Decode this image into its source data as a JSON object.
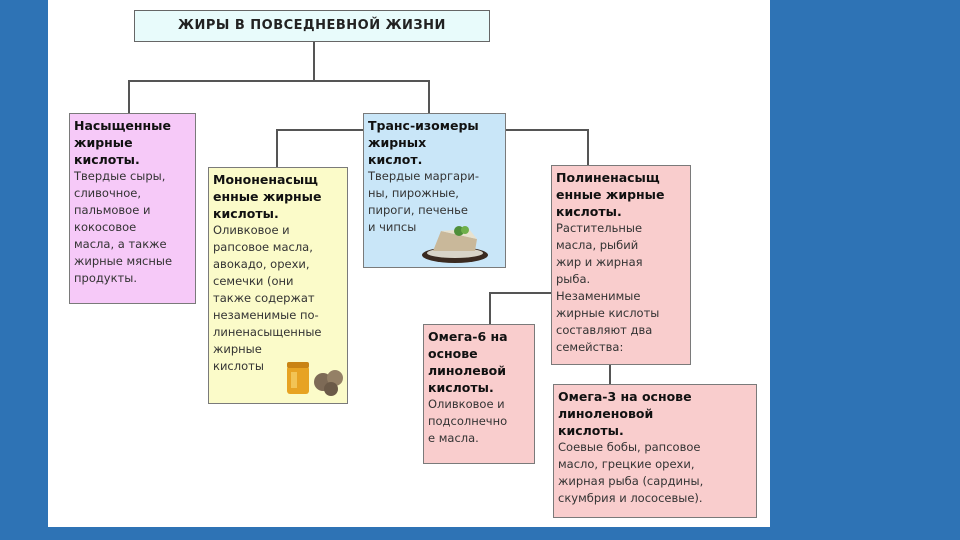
{
  "title": "ЖИРЫ В ПОВСЕДНЕВНОЙ ЖИЗНИ",
  "boxes": {
    "saturated": {
      "title": "Насыщенные\nжирные\nкислоты.",
      "text": "Твердые сыры,\nсливочное,\nпальмовое и\nкокосовое\nмасла, а также\nжирные мясные\nпродукты."
    },
    "trans": {
      "title": "Транс-изомеры\nжирных\nкислот.",
      "text": "Твердые маргари-\nны, пирожные,\nпироги, печенье\nи чипсы"
    },
    "mono": {
      "title": "Мононенасыщ\nенные жирные\nкислоты.",
      "text": "Оливковое и\nрапсовое масла,\nавокадо, орехи,\nсемечки (они\nтакже содержат\nнезаменимые по-\nлиненасыщенные\nжирные\nкислоты"
    },
    "poly": {
      "title": "Полиненасыщ\nенные жирные\nкислоты.",
      "text": "Растительные\nмасла, рыбий\nжир и жирная\nрыба.\nНезаменимые\nжирные кислоты\nсоставляют два\nсемейства:"
    },
    "omega6": {
      "title": "Омега-6 на\nоснове\nлинолевой\nкислоты.",
      "text": "Оливковое и\nподсолнечно\nе масла."
    },
    "omega3": {
      "title": "Омега-3 на основе\nлиноленовой\nкислоты.",
      "text": "Соевые бобы, рапсовое\nмасло, грецкие орехи,\nжирная рыба (сардины,\nскумбрия и лососевые)."
    }
  },
  "colors": {
    "background": "#2e73b5",
    "title_box": "#e8fbfb",
    "saturated": "#f6c9f8",
    "trans": "#c9e6f8",
    "mono": "#fbfbc9",
    "poly": "#f9cdcd",
    "omega": "#f9cdcd"
  },
  "images": [
    "honey-jar-and-walnuts",
    "cake-slice-on-plate"
  ]
}
